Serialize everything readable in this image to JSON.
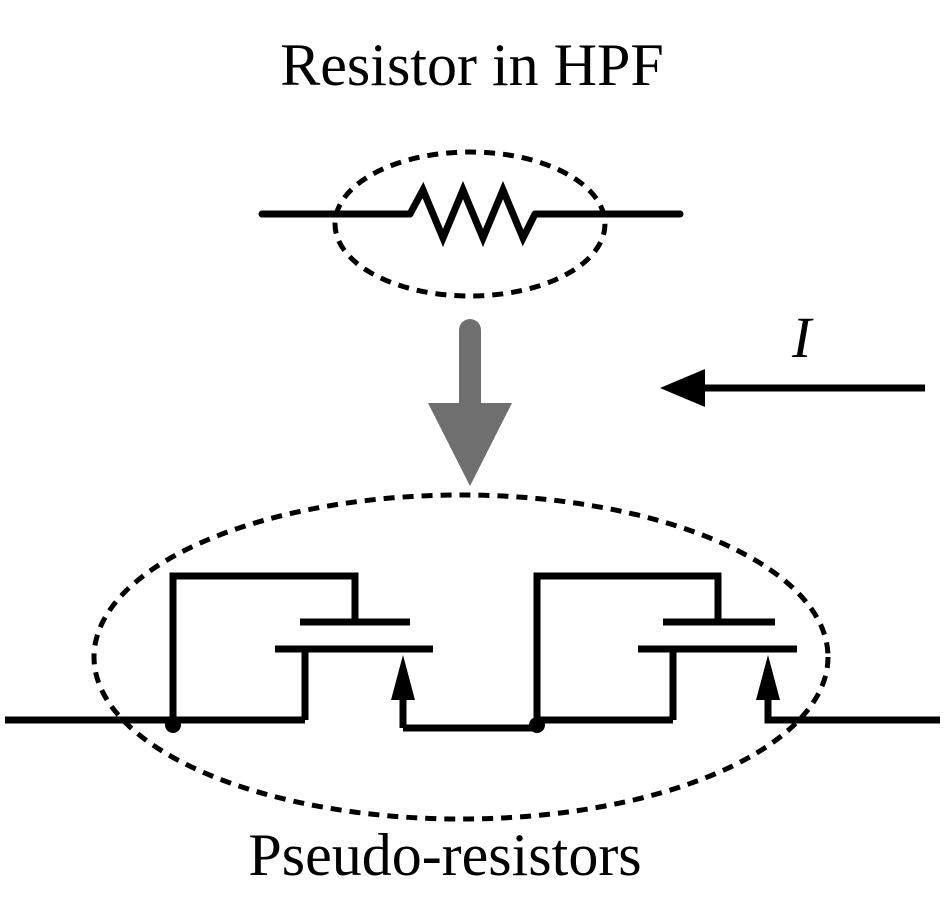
{
  "diagram": {
    "top_label": "Resistor in HPF",
    "bottom_label": "Pseudo-resistors",
    "current_label": "I"
  },
  "colors": {
    "line": "#000000",
    "transform_arrow": "#6f6f6f",
    "background": "#ffffff"
  }
}
